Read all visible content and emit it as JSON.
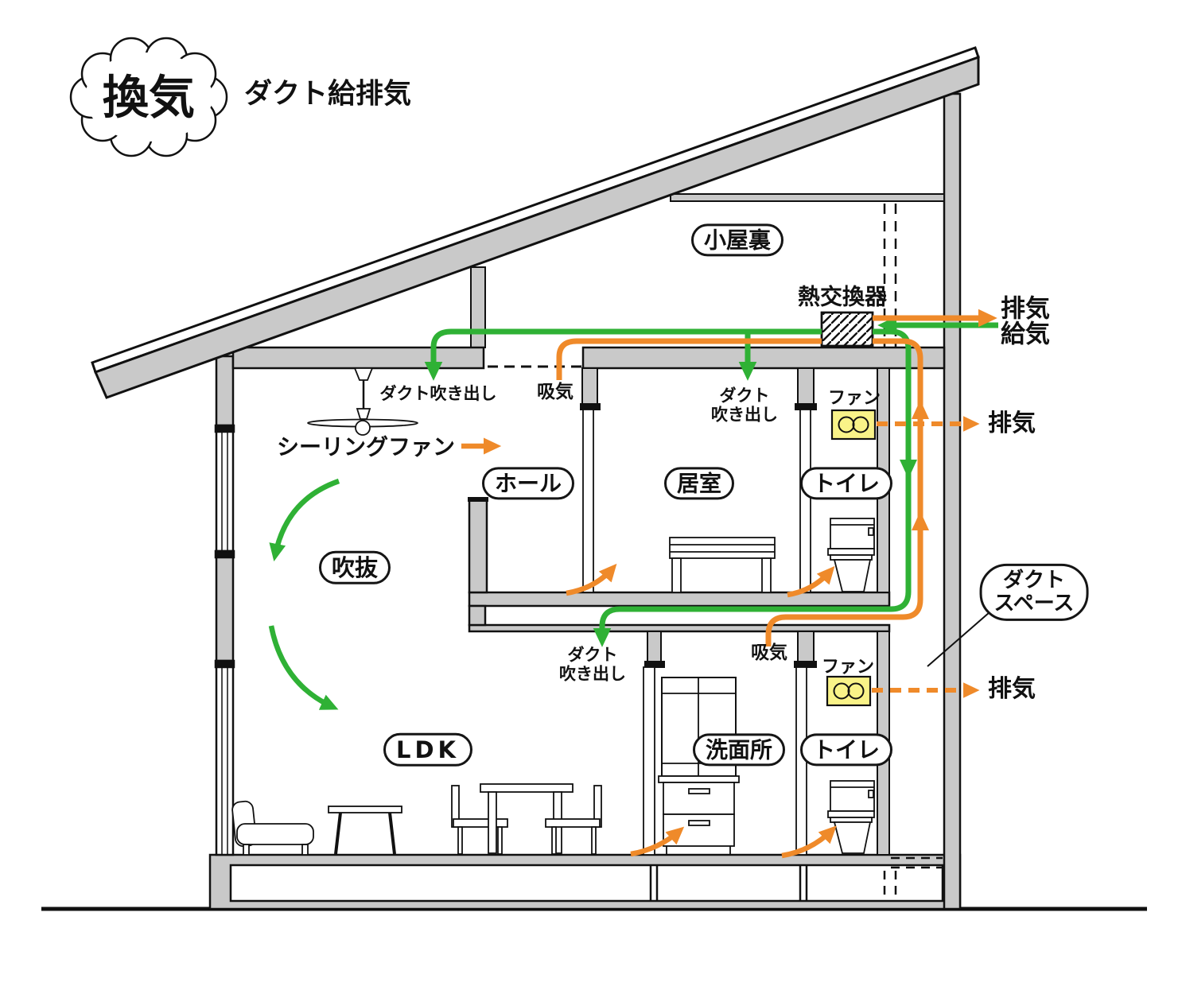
{
  "header": {
    "badge": "換気",
    "subtitle": "ダクト給排気"
  },
  "attic": {
    "room": "小屋裏",
    "heat_exchanger": "熱交換器",
    "duct_outlet": "ダクト吹き出し",
    "intake": "吸気"
  },
  "outside": {
    "exhaust_top": "排気",
    "supply_top": "給気",
    "exhaust_2f": "排気",
    "exhaust_1f": "排気"
  },
  "floor2": {
    "hall": "ホール",
    "living": "居室",
    "toilet": "トイレ",
    "fan": "ファン",
    "ceiling_fan": "シーリングファン",
    "duct_outlet_l1": "ダクト",
    "duct_outlet_l2": "吹き出し"
  },
  "floor1": {
    "void": "吹抜",
    "ldk": "LDK",
    "washroom": "洗面所",
    "toilet": "トイレ",
    "fan": "ファン",
    "intake": "吸気",
    "duct_outlet_l1": "ダクト",
    "duct_outlet_l2": "吹き出し"
  },
  "duct_space": {
    "l1": "ダクト",
    "l2": "スペース"
  },
  "colors": {
    "supply_green": "#2fb135",
    "exhaust_orange": "#ef8a2a",
    "fan_yellow": "#f9f388",
    "wall_gray": "#c9c9c9"
  }
}
